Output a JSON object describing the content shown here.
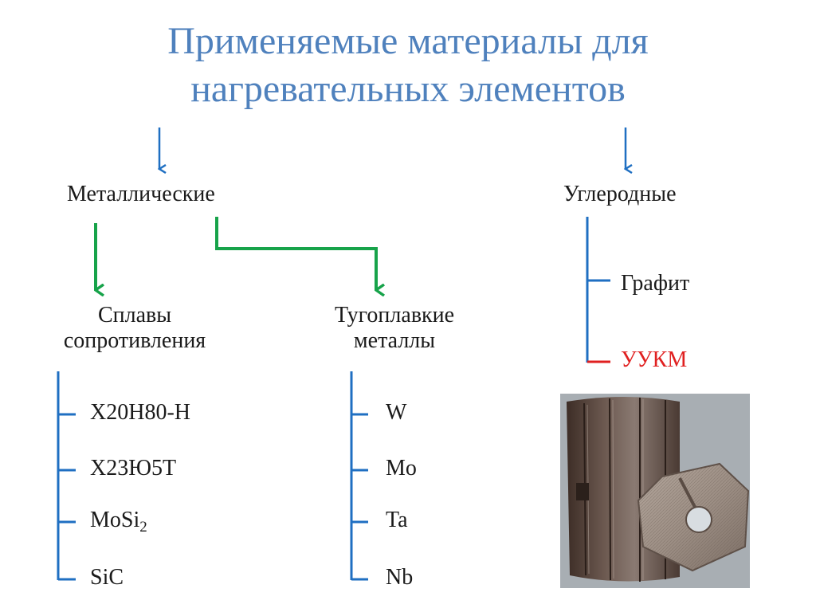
{
  "title": {
    "line1": "Применяемые материалы для",
    "line2": "нагревательных элементов"
  },
  "categories": {
    "metallic": "Металлические",
    "carbon": "Углеродные"
  },
  "alloys": {
    "line1": "Сплавы",
    "line2": "сопротивления",
    "items": [
      "Х20Н80-Н",
      "Х23Ю5Т",
      "MoSi",
      "SiC"
    ],
    "mosi_subscript": "2"
  },
  "refractory": {
    "line1": "Тугоплавкие",
    "line2": "металлы",
    "items": [
      "W",
      "Mo",
      "Ta",
      "Nb"
    ]
  },
  "carbon_items": {
    "graphite": "Графит",
    "ukm": "УУКМ"
  },
  "colors": {
    "title": "#4f81bd",
    "blue_lines": "#1f6fc2",
    "green_lines": "#17a34a",
    "ukm_text": "#e02020"
  },
  "icons": [
    "arrow-down-icon"
  ]
}
